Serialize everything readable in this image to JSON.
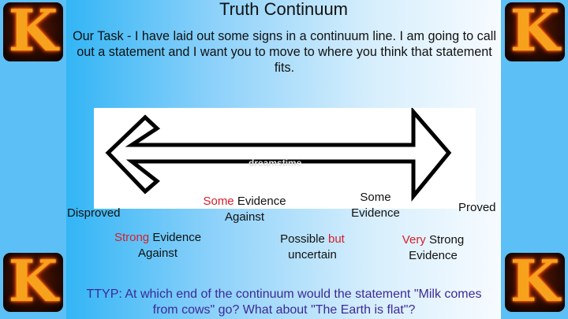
{
  "slide": {
    "title": "Truth Continuum",
    "task": "Our Task - I have laid out some signs in a continuum line. I am going to call out a statement and I want you to move to where you think that statement fits.",
    "corner_icons": [
      "fire-k-logo",
      "fire-k-logo",
      "fire-k-logo",
      "fire-k-logo"
    ],
    "corner_icon_letter": "K",
    "image": {
      "description": "double-headed-arrow",
      "watermark": "dreamstime"
    },
    "labels": {
      "disproved": "Disproved",
      "strong_against": {
        "emph": "Strong",
        "rest": " Evidence",
        "line2": "Against"
      },
      "some_against": {
        "emph": "Some",
        "rest": " Evidence",
        "line2": "Against"
      },
      "possible": {
        "line1a": "Possible ",
        "emph": "but",
        "line2": "uncertain"
      },
      "some_evidence": {
        "line1": "Some",
        "line2": "Evidence"
      },
      "very_strong": {
        "emph": "Very",
        "rest": " Strong",
        "line2": "Evidence"
      },
      "proved": "Proved"
    },
    "ttyp": "TTYP: At which end of the continuum would the statement \"Milk comes from cows\" go? What about \"The Earth is flat\"?",
    "colors": {
      "side": "#5cbff5",
      "emphasis": "#d3202a",
      "ttyp": "#3c2a96"
    }
  }
}
